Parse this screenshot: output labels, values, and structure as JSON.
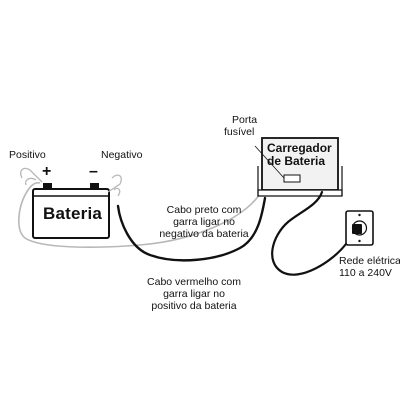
{
  "labels": {
    "positive": "Positivo",
    "negative": "Negativo",
    "plus_sign": "+",
    "minus_sign": "–",
    "battery": "Bateria",
    "charger_line1": "Carregador",
    "charger_line2": "de Bateria",
    "fuse_line1": "Porta",
    "fuse_line2": "fusível",
    "black_cable_line1": "Cabo preto com",
    "black_cable_line2": "garra ligar no",
    "black_cable_line3": "negativo da bateria",
    "red_cable_line1": "Cabo vermelho com",
    "red_cable_line2": "garra ligar no",
    "red_cable_line3": "positivo da bateria",
    "grid_line1": "Rede elétrica",
    "grid_line2": "110 a 240V"
  },
  "colors": {
    "ink": "#111111",
    "light_cable": "#b8b8b8",
    "charger_fill": "#f2f2f2"
  }
}
